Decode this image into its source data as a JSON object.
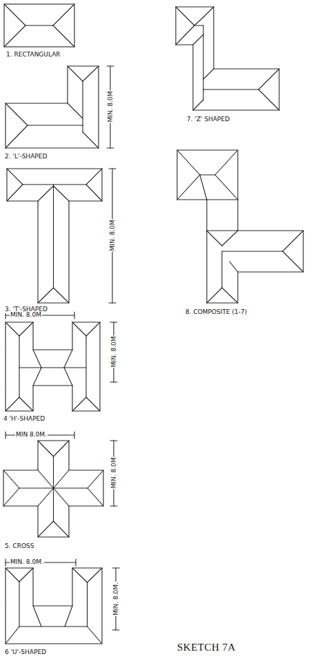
{
  "diagram": {
    "caption": "SKETCH 7A",
    "labels": [
      "1. RECTANGULAR",
      "MIN. 8.0M",
      "2. 'L'-SHAPED",
      "MIN. 8.0M",
      "3. 'T'-SHAPED",
      "MIN. 8.0M",
      "MIN. 8.0M",
      "4 'H'-SHAPED",
      "MIN 8.0M.",
      "MIN. 8.0M",
      "5. CROSS",
      "MIN. 8.0M.",
      "MIN. 8.0M.",
      "6 'U'-SHAPED",
      "7. 'Z' SHAPED",
      "8. COMPOSITE (1-7)"
    ]
  }
}
